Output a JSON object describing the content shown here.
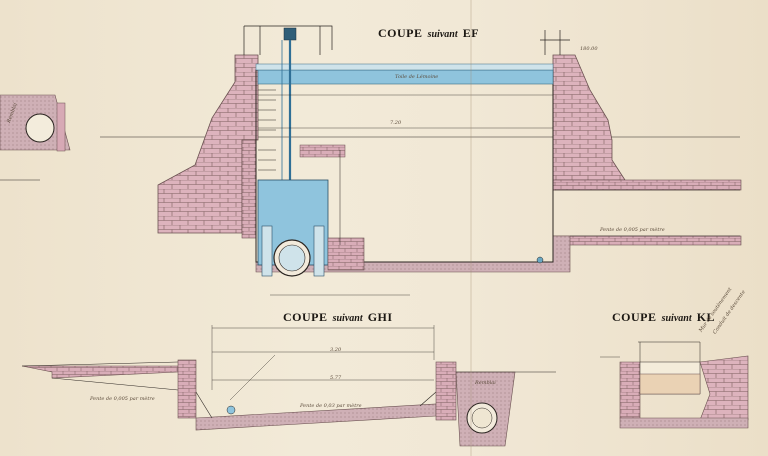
{
  "sections": {
    "ef": {
      "coupe": "COUPE",
      "suivant": "suivant",
      "letters": "EF"
    },
    "ghi": {
      "coupe": "COUPE",
      "suivant": "suivant",
      "letters": "GHI"
    },
    "kl": {
      "coupe": "COUPE",
      "suivant": "suivant",
      "letters": "KL"
    }
  },
  "annotations": {
    "ef_water_label": "Toile de Lémoine",
    "ef_slope": "Pente de 0,005 par mètre",
    "ghi_slope_left": "Pente de 0,005 par mètre",
    "ghi_slope_floor": "Pente de 0,03 par mètre",
    "ghi_remblai": "Remblai",
    "ghi_dim_top": "3.20",
    "ghi_dim_mid": "5.77",
    "left_remblai": "Remblai",
    "kl_note1": "Mur de soutènement",
    "kl_note2": "Conduit de descente",
    "ef_dim_main": "7.20",
    "ef_dim_top": "180.00"
  },
  "colors": {
    "paper": "#efe6d2",
    "masonry": "#dcb1bc",
    "masonry_line": "#7c5e5e",
    "water": "#8fc4dd",
    "ground": "#c9a9b0",
    "ink": "#2a2420"
  }
}
